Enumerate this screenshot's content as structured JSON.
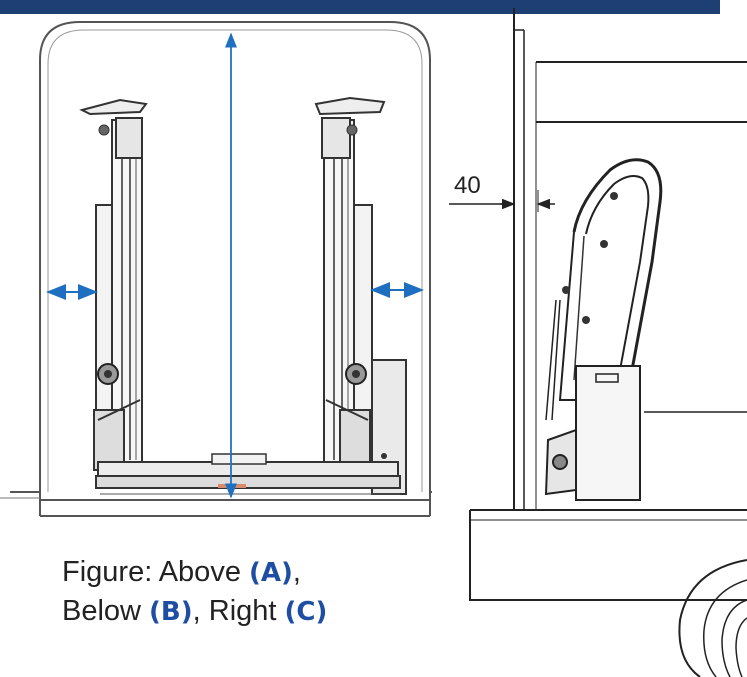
{
  "caption": {
    "prefix": "Figure: Above ",
    "ref_a": "(A)",
    "sep_1": ",",
    "line2_prefix": "Below ",
    "ref_b": "(B)",
    "sep_2": ", Right ",
    "ref_c": "(C)"
  },
  "dimension": {
    "clearance_label": "40"
  },
  "colors": {
    "header_bar": "#1d3f74",
    "arrow": "#1f6fc1",
    "reference_letters": "#1d4ea3",
    "line_art": "#333333"
  }
}
